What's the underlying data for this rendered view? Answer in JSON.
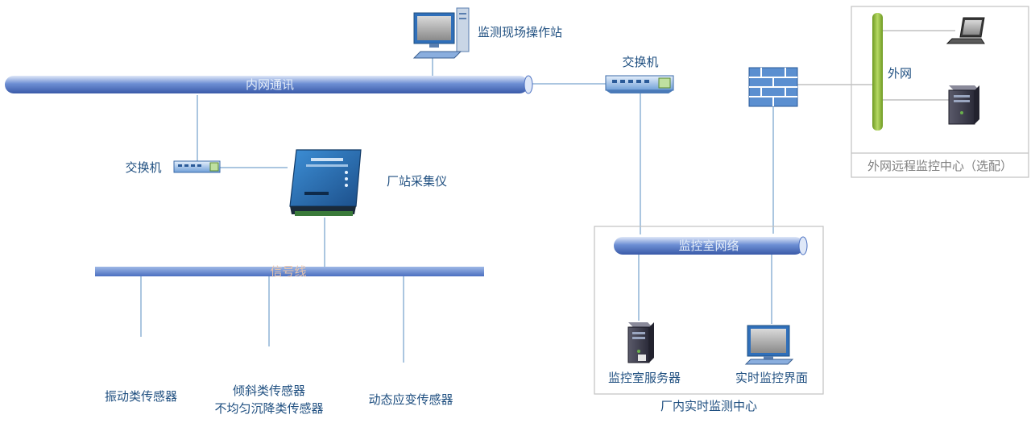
{
  "buses": {
    "intranet": "内网通讯",
    "signal": "信号线",
    "control_room": "监控室网络"
  },
  "devices": {
    "site_station": "监测现场操作站",
    "switch_top": "交换机",
    "switch_left": "交换机",
    "collector": "厂站采集仪",
    "internet": "外网",
    "control_server": "监控室服务器",
    "realtime_ui": "实时监控界面"
  },
  "sensors": {
    "vibration": "振动类传感器",
    "tilt_line1": "倾斜类传感器",
    "tilt_line2": "不均匀沉降类传感器",
    "strain": "动态应变传感器"
  },
  "groups": {
    "remote_center": "外网远程监控中心（选配）",
    "plant_center": "厂内实时监测中心"
  },
  "colors": {
    "bus_blue": "#4a6fc0",
    "wire_blue": "#8fb3d6",
    "label_blue": "#1f4f80",
    "internet_green": "#8bb83a",
    "firewall_blue": "#5b8fd0",
    "collector_blue": "#2a72b8"
  },
  "icons": {
    "workstation": "desktop-computer-icon",
    "switch": "network-switch-icon",
    "collector": "data-collector-icon",
    "firewall": "firewall-icon",
    "laptop": "laptop-icon",
    "server": "server-tower-icon",
    "monitor": "monitor-icon"
  }
}
